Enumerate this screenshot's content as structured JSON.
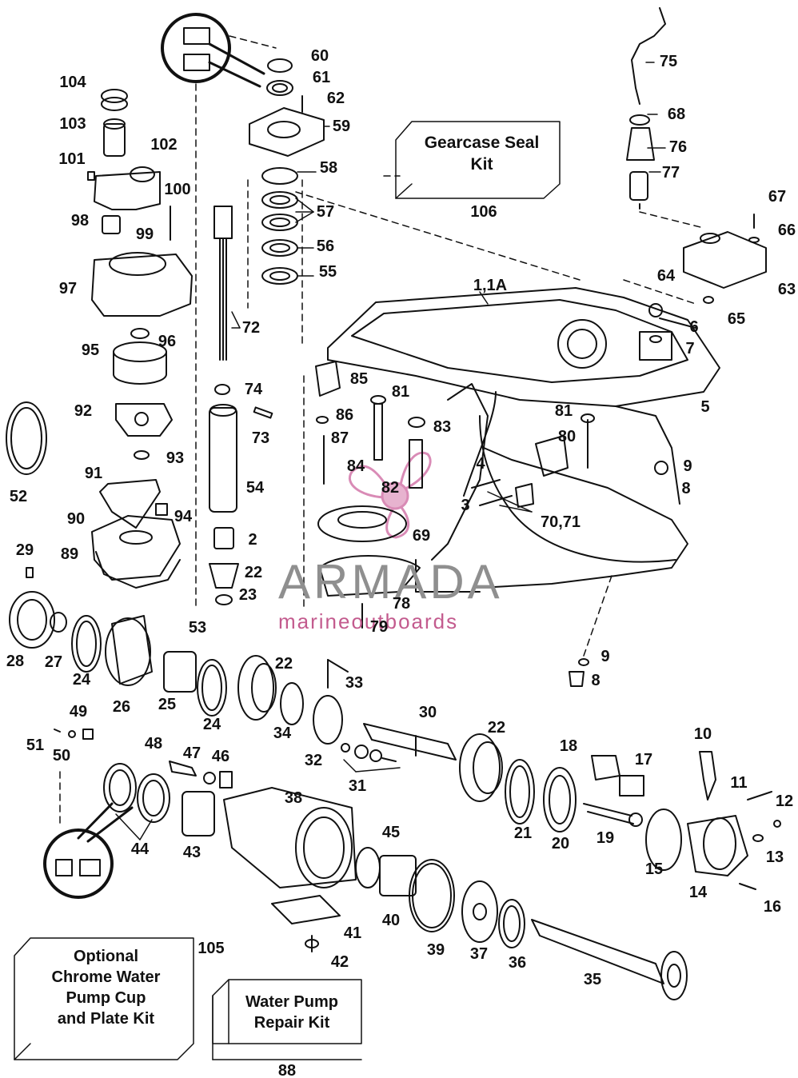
{
  "diagram": {
    "labels": [
      {
        "id": "l60",
        "text": "60"
      },
      {
        "id": "l61",
        "text": "61"
      },
      {
        "id": "l62",
        "text": "62"
      },
      {
        "id": "l59",
        "text": "59"
      },
      {
        "id": "l58",
        "text": "58"
      },
      {
        "id": "l57",
        "text": "57"
      },
      {
        "id": "l56",
        "text": "56"
      },
      {
        "id": "l55",
        "text": "55"
      },
      {
        "id": "l72",
        "text": "72"
      },
      {
        "id": "l74",
        "text": "74"
      },
      {
        "id": "l73",
        "text": "73"
      },
      {
        "id": "l54",
        "text": "54"
      },
      {
        "id": "l2",
        "text": "2"
      },
      {
        "id": "l22a",
        "text": "22"
      },
      {
        "id": "l23",
        "text": "23"
      },
      {
        "id": "l53",
        "text": "53"
      },
      {
        "id": "l104",
        "text": "104"
      },
      {
        "id": "l103",
        "text": "103"
      },
      {
        "id": "l102",
        "text": "102"
      },
      {
        "id": "l101",
        "text": "101"
      },
      {
        "id": "l100",
        "text": "100"
      },
      {
        "id": "l98",
        "text": "98"
      },
      {
        "id": "l99",
        "text": "99"
      },
      {
        "id": "l97",
        "text": "97"
      },
      {
        "id": "l96",
        "text": "96"
      },
      {
        "id": "l95",
        "text": "95"
      },
      {
        "id": "l92",
        "text": "92"
      },
      {
        "id": "l93",
        "text": "93"
      },
      {
        "id": "l52",
        "text": "52"
      },
      {
        "id": "l91",
        "text": "91"
      },
      {
        "id": "l94",
        "text": "94"
      },
      {
        "id": "l90",
        "text": "90"
      },
      {
        "id": "l89",
        "text": "89"
      },
      {
        "id": "l29",
        "text": "29"
      },
      {
        "id": "l28",
        "text": "28"
      },
      {
        "id": "l27",
        "text": "27"
      },
      {
        "id": "l24a",
        "text": "24"
      },
      {
        "id": "l26",
        "text": "26"
      },
      {
        "id": "l25",
        "text": "25"
      },
      {
        "id": "l24b",
        "text": "24"
      },
      {
        "id": "l22b",
        "text": "22"
      },
      {
        "id": "l33",
        "text": "33"
      },
      {
        "id": "l34",
        "text": "34"
      },
      {
        "id": "l32",
        "text": "32"
      },
      {
        "id": "l75",
        "text": "75"
      },
      {
        "id": "l68",
        "text": "68"
      },
      {
        "id": "l76",
        "text": "76"
      },
      {
        "id": "l77",
        "text": "77"
      },
      {
        "id": "l67",
        "text": "67"
      },
      {
        "id": "l66",
        "text": "66"
      },
      {
        "id": "l64",
        "text": "64"
      },
      {
        "id": "l63",
        "text": "63"
      },
      {
        "id": "l65",
        "text": "65"
      },
      {
        "id": "l11a",
        "text": "1,1A"
      },
      {
        "id": "l6",
        "text": "6"
      },
      {
        "id": "l7",
        "text": "7"
      },
      {
        "id": "l5",
        "text": "5"
      },
      {
        "id": "l85",
        "text": "85"
      },
      {
        "id": "l81a",
        "text": "81"
      },
      {
        "id": "l86",
        "text": "86"
      },
      {
        "id": "l83",
        "text": "83"
      },
      {
        "id": "l87",
        "text": "87"
      },
      {
        "id": "l84",
        "text": "84"
      },
      {
        "id": "l82",
        "text": "82"
      },
      {
        "id": "l81b",
        "text": "81"
      },
      {
        "id": "l80",
        "text": "80"
      },
      {
        "id": "l9a",
        "text": "9"
      },
      {
        "id": "l8a",
        "text": "8"
      },
      {
        "id": "l4",
        "text": "4"
      },
      {
        "id": "l3",
        "text": "3"
      },
      {
        "id": "l7071",
        "text": "70,71"
      },
      {
        "id": "l69",
        "text": "69"
      },
      {
        "id": "l78",
        "text": "78"
      },
      {
        "id": "l79",
        "text": "79"
      },
      {
        "id": "l9b",
        "text": "9"
      },
      {
        "id": "l8b",
        "text": "8"
      },
      {
        "id": "l49",
        "text": "49"
      },
      {
        "id": "l51",
        "text": "51"
      },
      {
        "id": "l50",
        "text": "50"
      },
      {
        "id": "l48",
        "text": "48"
      },
      {
        "id": "l47",
        "text": "47"
      },
      {
        "id": "l46",
        "text": "46"
      },
      {
        "id": "l44",
        "text": "44"
      },
      {
        "id": "l43",
        "text": "43"
      },
      {
        "id": "l38",
        "text": "38"
      },
      {
        "id": "l45",
        "text": "45"
      },
      {
        "id": "l40",
        "text": "40"
      },
      {
        "id": "l41",
        "text": "41"
      },
      {
        "id": "l42",
        "text": "42"
      },
      {
        "id": "l39",
        "text": "39"
      },
      {
        "id": "l37",
        "text": "37"
      },
      {
        "id": "l36",
        "text": "36"
      },
      {
        "id": "l35",
        "text": "35"
      },
      {
        "id": "l30",
        "text": "30"
      },
      {
        "id": "l31",
        "text": "31"
      },
      {
        "id": "l22c",
        "text": "22"
      },
      {
        "id": "l21",
        "text": "21"
      },
      {
        "id": "l20",
        "text": "20"
      },
      {
        "id": "l18",
        "text": "18"
      },
      {
        "id": "l17",
        "text": "17"
      },
      {
        "id": "l19",
        "text": "19"
      },
      {
        "id": "l15",
        "text": "15"
      },
      {
        "id": "l10",
        "text": "10"
      },
      {
        "id": "l11",
        "text": "11"
      },
      {
        "id": "l12",
        "text": "12"
      },
      {
        "id": "l13",
        "text": "13"
      },
      {
        "id": "l14",
        "text": "14"
      },
      {
        "id": "l16",
        "text": "16"
      },
      {
        "id": "l106",
        "text": "106"
      },
      {
        "id": "l105",
        "text": "105"
      },
      {
        "id": "l88",
        "text": "88"
      }
    ],
    "kits": {
      "gearcase_seal": {
        "line1": "Gearcase Seal",
        "line2": "Kit"
      },
      "chrome_pump": {
        "line1": "Optional",
        "line2": "Chrome Water",
        "line3": "Pump Cup",
        "line4": "and Plate Kit"
      },
      "water_pump_repair": {
        "line1": "Water Pump",
        "line2": "Repair Kit"
      }
    },
    "watermark": {
      "brand": "ARMADA",
      "tagline": "marineoutboards",
      "brand_color": "#8f8f8f",
      "accent_color": "#d98bb6"
    }
  }
}
